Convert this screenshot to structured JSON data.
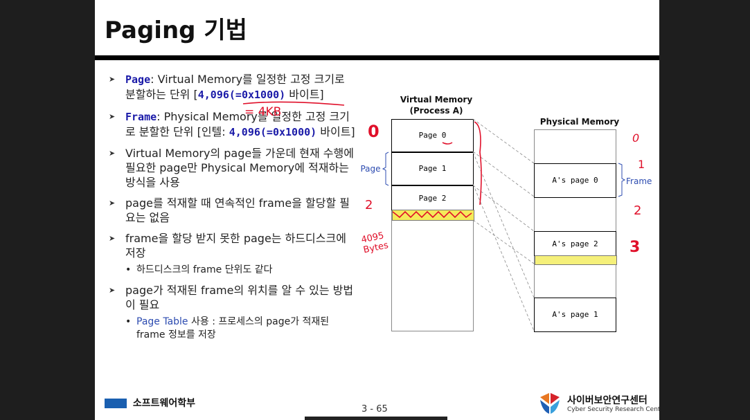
{
  "slide": {
    "title": "Paging 기법",
    "bullets": {
      "b1_term": "Page",
      "b1_text1": ": Virtual Memory를 일정한 고정 크기로 분할하는 단위 [",
      "b1_value": "4,096(=0x1000)",
      "b1_text2": " 바이트]",
      "b2_term": "Frame",
      "b2_text1": ": Physical Memory를 일정한 고정 크기로 분할한 단위 [인텔: ",
      "b2_value": "4,096(=0x1000)",
      "b2_text2": " 바이트]",
      "b3": "Virtual Memory의 page들 가운데 현재 수행에 필요한 page만 Physical Memory에 적재하는 방식을 사용",
      "b4": "page를 적재할 때 연속적인 frame을 할당할 필요는 없음",
      "b5": "frame을 할당 받지 못한 page는 하드디스크에 저장",
      "b5_sub": "하드디스크의 frame 단위도 같다",
      "b6": "page가 적재된 frame의 위치를 알 수 있는 방법이 필요",
      "b6_sub_blue": "Page Table",
      "b6_sub_rest": " 사용 : 프로세스의 page가 적재된 frame 정보를 저장"
    },
    "diagram": {
      "vm_title_1": "Virtual Memory",
      "vm_title_2": "(Process A)",
      "pm_title": "Physical Memory",
      "vm_pages": [
        "Page 0",
        "Page 1",
        "Page 2"
      ],
      "pm_pages": [
        "A's page 0",
        "A's page 2",
        "A's page 1"
      ],
      "page_label": "Page",
      "frame_label": "Frame"
    },
    "annotations": {
      "size_note": "= 4KB",
      "n0": "0",
      "n1": "1",
      "n2": "2",
      "n3": "3",
      "bytes_note_1": "4095",
      "bytes_note_2": "Bytes"
    },
    "footer": {
      "left": "소프트웨어학부",
      "page": "3 - 65",
      "right_title": "사이버보안연구센터",
      "right_sub": "Cyber Security Research Center"
    }
  }
}
